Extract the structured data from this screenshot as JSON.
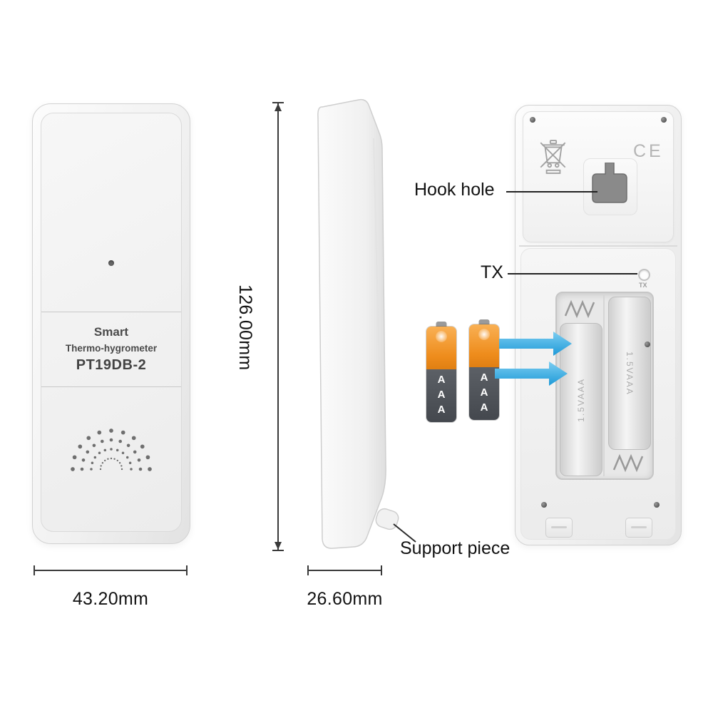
{
  "front_view": {
    "brand_line1": "Smart",
    "brand_line2": "Thermo-hygrometer",
    "model": "PT19DB-2"
  },
  "dimensions": {
    "front_width": "43.20mm",
    "device_height": "126.00mm",
    "side_depth": "26.60mm"
  },
  "callouts": {
    "hook_hole": "Hook hole",
    "tx": "TX",
    "support_piece": "Support piece"
  },
  "back_view": {
    "ce_mark": "CE",
    "tx_port_label": "TX",
    "battery_marking_left": "1.5VAAA",
    "battery_marking_right": "1.5VAAA"
  },
  "batteries": {
    "size_label": "AAA",
    "count": 2
  },
  "colors": {
    "background": "#ffffff",
    "device_body": "#f3f3f3",
    "device_outline": "#d2d2d2",
    "annotation_text": "#121212",
    "battery_orange": "#ee8c1c",
    "battery_gray": "#54585e",
    "arrow_blue": "#35aee4"
  }
}
